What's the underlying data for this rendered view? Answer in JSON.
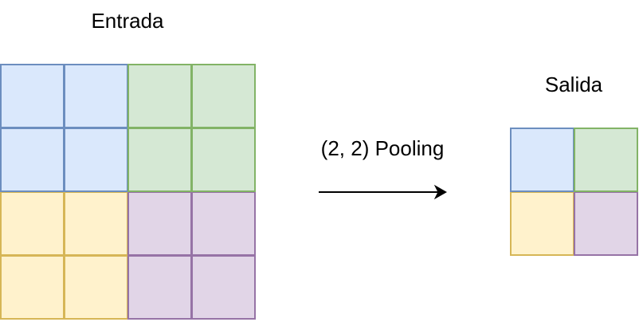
{
  "input": {
    "title": "Entrada",
    "cells": [
      [
        "blue",
        "blue",
        "green",
        "green"
      ],
      [
        "blue",
        "blue",
        "green",
        "green"
      ],
      [
        "yellow",
        "yellow",
        "purple",
        "purple"
      ],
      [
        "yellow",
        "yellow",
        "purple",
        "purple"
      ]
    ]
  },
  "operation": {
    "label": "(2, 2) Pooling"
  },
  "output": {
    "title": "Salida",
    "cells": [
      [
        "blue",
        "green"
      ],
      [
        "yellow",
        "purple"
      ]
    ]
  },
  "colors": {
    "blue": {
      "fill": "#dae8fc",
      "stroke": "#6c8ebf"
    },
    "green": {
      "fill": "#d5e8d4",
      "stroke": "#82b366"
    },
    "yellow": {
      "fill": "#fff2cc",
      "stroke": "#d6b656"
    },
    "purple": {
      "fill": "#e1d5e7",
      "stroke": "#9673a6"
    },
    "arrow": "#000000"
  }
}
